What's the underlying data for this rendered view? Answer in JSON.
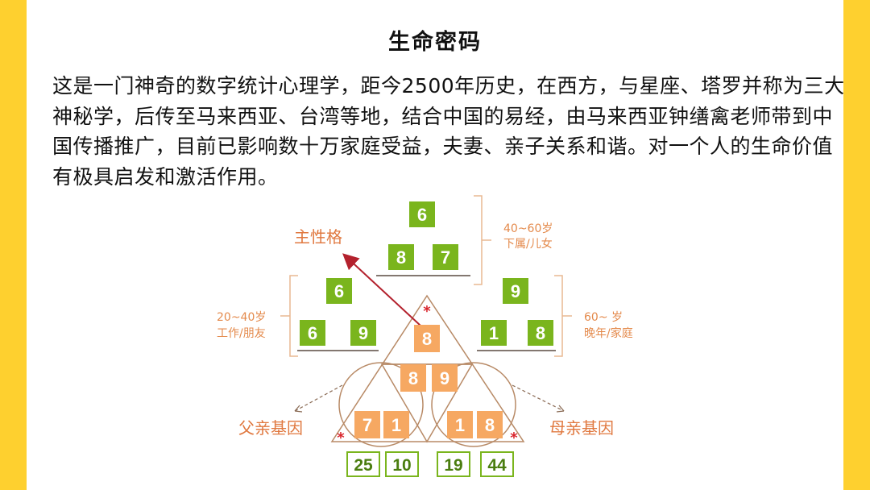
{
  "title": "生命密码",
  "intro": "这是一门神奇的数字统计心理学，距今2500年历史，在西方，与星座、塔罗并称为三大神秘学，后传至马来西亚、台湾等地，结合中国的易经，由马来西亚钟缮禽老师带到中国传播推广，目前已影响数十万家庭受益，夫妻、亲子关系和谐。对一个人的生命价值有极具启发和激活作用。",
  "labels": {
    "main_character": "主性格",
    "father": "父亲基因",
    "mother": "母亲基因",
    "age_40_60": "40~60岁",
    "group_40_60": "下属/儿女",
    "age_20_40": "20~40岁",
    "group_20_40": "工作/朋友",
    "age_60": "60~ 岁",
    "group_60": "晚年/家庭"
  },
  "boxes": {
    "top_single": "6",
    "top_left": "8",
    "top_right": "7",
    "left_single": "6",
    "left_left": "6",
    "left_right": "9",
    "right_single": "9",
    "right_left": "1",
    "right_right": "8",
    "center_top": "8",
    "center_mid_left": "8",
    "center_mid_right": "9",
    "base_1": "7",
    "base_2": "1",
    "base_3": "1",
    "base_4": "8",
    "bottom_1": "25",
    "bottom_2": "10",
    "bottom_3": "19",
    "bottom_4": "44"
  },
  "star_mark": "*",
  "colors": {
    "frame": "#fed02f",
    "green": "#7ab51d",
    "orange": "#f6a862",
    "arrow": "#b3212d"
  }
}
